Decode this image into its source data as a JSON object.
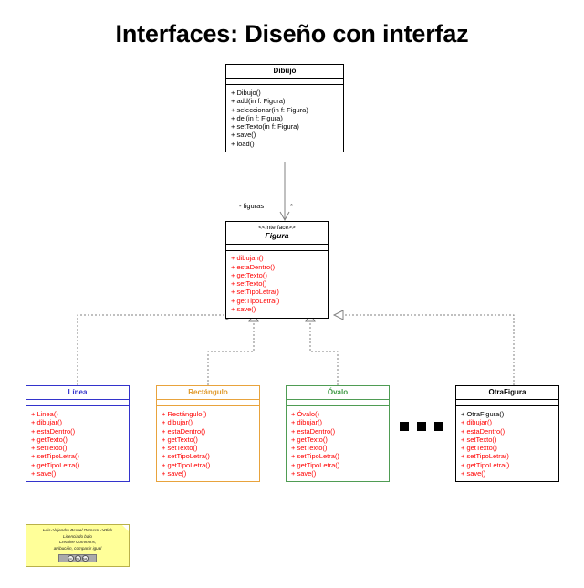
{
  "title": "Interfaces: Diseño con interfaz",
  "classes": {
    "dibujo": {
      "name": "Dibujo",
      "operations": [
        "+ Dibujo()",
        "+ add(in f: Figura)",
        "+ seleccionar(in f: Figura)",
        "+ del(in f: Figura)",
        "+ setTexto(in f: Figura)",
        "+ save()",
        "+ load()"
      ]
    },
    "figura": {
      "stereotype": "<<Interface>>",
      "name": "Figura",
      "operations": [
        "+ dibujan()",
        "+ estaDentro()",
        "+ getTexto()",
        "+ setTexto()",
        "+ setTipoLetra()",
        "+ getTipoLetra()",
        "+ save()"
      ]
    },
    "linea": {
      "name": "Línea",
      "operations": [
        "+ Linea()",
        "+ dibujar()",
        "+ estaDentro()",
        "+ getTexto()",
        "+ setTexto()",
        "+ setTipoLetra()",
        "+ getTipoLetra()",
        "+ save()"
      ]
    },
    "rectangulo": {
      "name": "Rectángulo",
      "operations": [
        "+ Rectángulo()",
        "+ dibujar()",
        "+ estaDentro()",
        "+ getTexto()",
        "+ setTexto()",
        "+ setTipoLetra()",
        "+ getTipoLetra()",
        "+ save()"
      ]
    },
    "ovalo": {
      "name": "Óvalo",
      "operations": [
        "+ Óvalo()",
        "+ dibujar()",
        "+ estaDentro()",
        "+ getTexto()",
        "+ setTexto()",
        "+ setTipoLetra()",
        "+ getTipoLetra()",
        "+ save()"
      ]
    },
    "otrafigura": {
      "name": "OtraFigura",
      "operations": [
        "+ OtraFigura()",
        "+ dibujar()",
        "+ estaDentro()",
        "+ setTexto()",
        "+ getTexto()",
        "+ setTipoLetra()",
        "+ getTipoLetra()",
        "+ save()"
      ]
    }
  },
  "edges": {
    "association_role": "- figuras",
    "association_multiplicity": "*"
  },
  "license_note": {
    "line1": "Luis Alejandro Bernal Romero, Aztlek",
    "line2": "Licenciado bajo",
    "line3": "Creative Commons,",
    "line4": "atribución, compartir igual",
    "badge_cc": "cc",
    "badge_by": "by",
    "badge_sa": "sa"
  },
  "colors": {
    "linea": "#3333cc",
    "rectangulo": "#e8a33d",
    "ovalo": "#4f9c54",
    "otrafigura": "#000000",
    "interface_ops": "#ff0000",
    "note_bg": "#ffff99"
  }
}
